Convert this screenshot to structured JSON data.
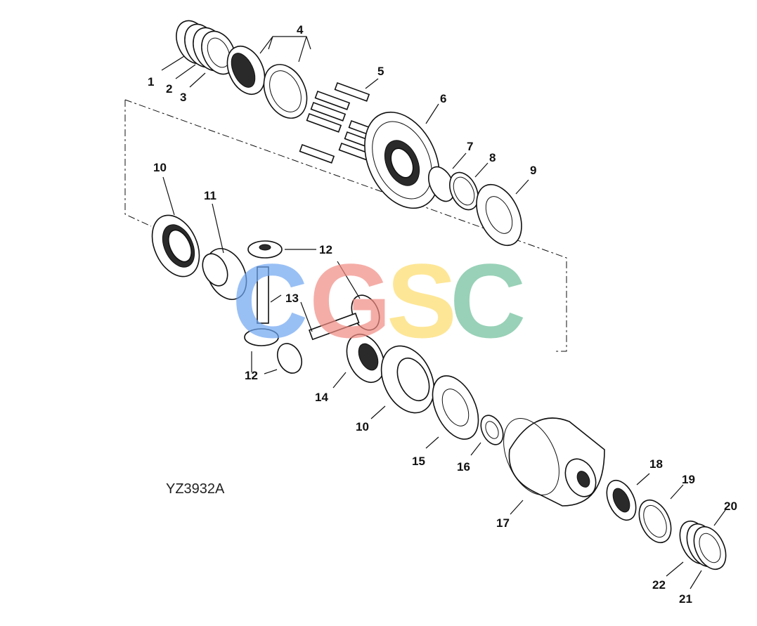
{
  "diagram": {
    "code": "YZ3932A",
    "callouts": [
      "1",
      "2",
      "3",
      "4",
      "5",
      "6",
      "7",
      "8",
      "9",
      "10",
      "11",
      "12",
      "13",
      "14",
      "10",
      "15",
      "16",
      "17",
      "18",
      "19",
      "20",
      "12",
      "21",
      "22"
    ]
  },
  "watermark": {
    "letters": [
      "C",
      "G",
      "S",
      "C"
    ],
    "colors": [
      "#6ea6f2",
      "#f28b82",
      "#fddc6b",
      "#6dbe9a"
    ]
  }
}
